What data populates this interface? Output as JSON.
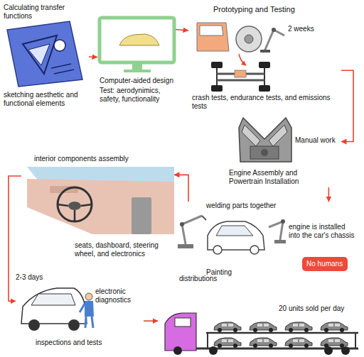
{
  "diagram": {
    "nodes": [
      {
        "text": [
          "Calculating transfer functions",
          "sketching aesthetic and functional elements"
        ]
      },
      {
        "text": [
          "Computer-aided design",
          "Test: aerodynimics, safety, functionality"
        ]
      },
      {
        "text": [
          "Prototyping and Testing",
          "2 weeks",
          "crash tests, endurance tests, and emissions tests"
        ]
      },
      {
        "text": [
          "Engine Assembly and Powertrain Installation",
          "Manual work"
        ]
      },
      {
        "text": [
          "welding parts together",
          "engine is installed into the car's chassis",
          "Painting"
        ]
      },
      {
        "text": [
          "No humans"
        ]
      },
      {
        "text": [
          "interior components assembly",
          "seats, dashboard, steering wheel, and electronics"
        ]
      },
      {
        "text": [
          "2-3 days",
          "electronic diagnostics",
          "inspections and tests"
        ]
      },
      {
        "text": [
          "distributions",
          "20 units sold per day"
        ]
      }
    ],
    "edges": [
      {
        "from": 0,
        "to": 1,
        "arrow": "to"
      },
      {
        "from": 1,
        "to": 2,
        "arrow": "to"
      },
      {
        "from": 2,
        "to": 3,
        "arrow": "to"
      },
      {
        "from": 3,
        "to": 4,
        "arrow": "to"
      },
      {
        "from": 4,
        "to": 6,
        "arrow": "to"
      },
      {
        "from": 6,
        "to": 7,
        "arrow": "to"
      },
      {
        "from": 7,
        "to": 8,
        "arrow": "to"
      }
    ]
  }
}
